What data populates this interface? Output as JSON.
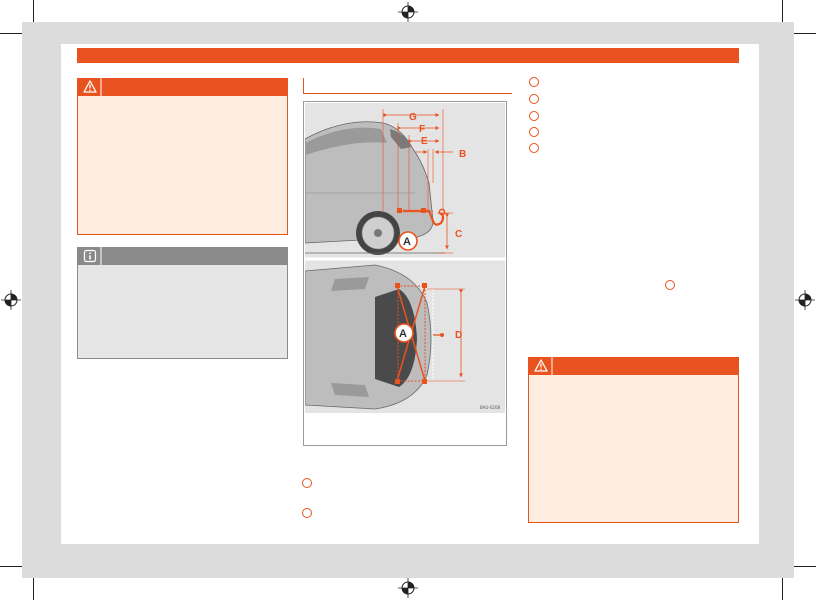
{
  "colors": {
    "accent": "#e8531f",
    "warning_background": "#fdece0",
    "note_header": "#8a8a8a",
    "note_background": "#e6e6e6",
    "page_frame": "#dcdcdc"
  },
  "left_column": {
    "warning": {
      "icon": "warning-triangle-icon"
    },
    "note": {
      "icon": "info-icon"
    }
  },
  "figure": {
    "code": "BAU-0208",
    "labels": {
      "g": "G",
      "f": "F",
      "e": "E",
      "b": "B",
      "c": "C",
      "d": "D",
      "a_side": "A",
      "a_top": "A"
    }
  },
  "right_column": {
    "warning": {
      "icon": "warning-triangle-icon"
    }
  }
}
